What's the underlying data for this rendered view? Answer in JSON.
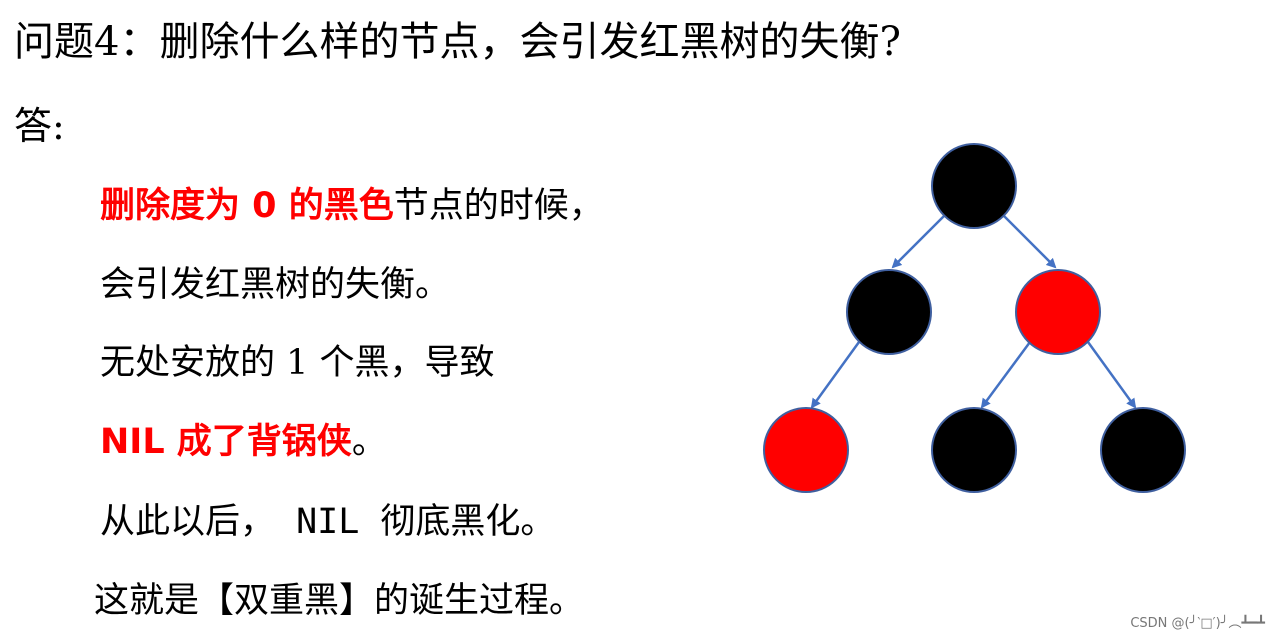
{
  "title": "问题4：删除什么样的节点，会引发红黑树的失衡?",
  "answer_label": "答:",
  "lines": {
    "l1": {
      "red_part": "删除度为 0 的黑色",
      "normal_part": "节点的时候，"
    },
    "l2": {
      "text": "会引发红黑树的失衡。"
    },
    "l3": {
      "text": "无处安放的 1 个黑，导致"
    },
    "l4": {
      "red_part": "NIL 成了背锅侠",
      "normal_part": "。"
    },
    "l5": {
      "text_a": "从此以后，",
      "text_mono": " NIL ",
      "text_b": "彻底黑化。"
    },
    "l6": {
      "text": "这就是【双重黑】的诞生过程。"
    }
  },
  "tree": {
    "nodes": [
      {
        "id": "root",
        "color": "black"
      },
      {
        "id": "left",
        "color": "black"
      },
      {
        "id": "right",
        "color": "red"
      },
      {
        "id": "left-left",
        "color": "red"
      },
      {
        "id": "right-left",
        "color": "black"
      },
      {
        "id": "right-right",
        "color": "black"
      }
    ],
    "colors": {
      "black": "#000000",
      "red": "#ff0000",
      "border": "#3f5f9f",
      "edge": "#4472c4"
    }
  },
  "watermark": "CSDN @(╯‵□′)╯︵┻━┻"
}
